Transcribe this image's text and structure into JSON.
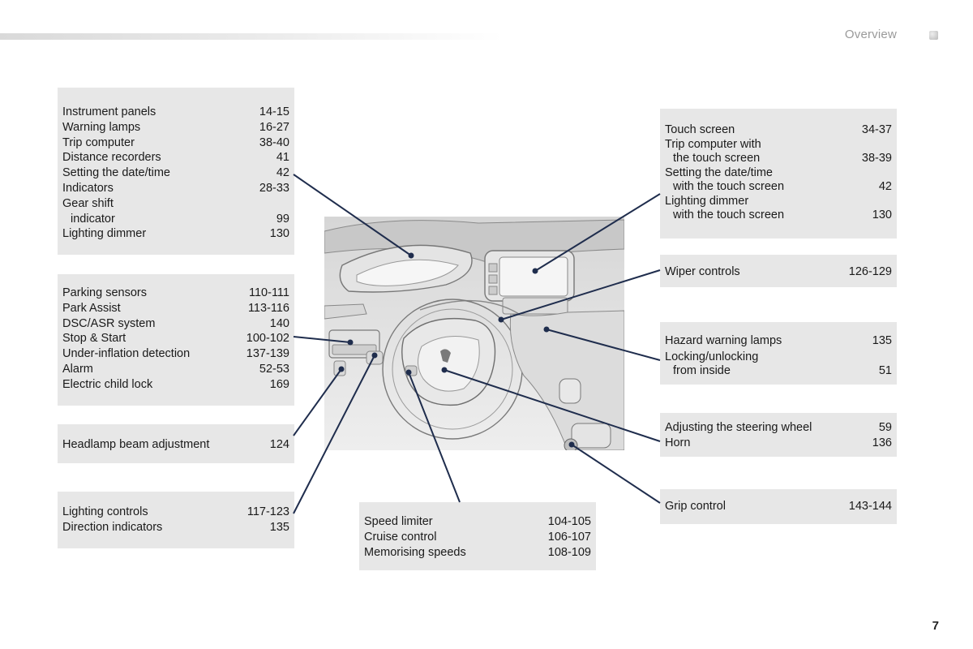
{
  "header": {
    "section": "Overview",
    "page_number": "7"
  },
  "boxes": {
    "b1": [
      {
        "label": "Instrument panels",
        "page": "14-15"
      },
      {
        "label": "Warning lamps",
        "page": "16-27"
      },
      {
        "label": "Trip computer",
        "page": "38-40"
      },
      {
        "label": "Distance recorders",
        "page": "41"
      },
      {
        "label": "Setting the date/time",
        "page": "42"
      },
      {
        "label": "Indicators",
        "page": "28-33"
      },
      {
        "label": "Gear shift",
        "label2": "indicator",
        "page": "99"
      },
      {
        "label": "Lighting dimmer",
        "page": "130"
      }
    ],
    "b2": [
      {
        "label": "Parking sensors",
        "page": "110-111"
      },
      {
        "label": "Park Assist",
        "page": "113-116"
      },
      {
        "label": "DSC/ASR system",
        "page": "140"
      },
      {
        "label": "Stop & Start",
        "page": "100-102"
      },
      {
        "label": "Under-inflation detection",
        "page": "137-139"
      },
      {
        "label": "Alarm",
        "page": "52-53"
      },
      {
        "label": "Electric child lock",
        "page": "169"
      }
    ],
    "b3": [
      {
        "label": "Headlamp beam adjustment",
        "page": "124"
      }
    ],
    "b4": [
      {
        "label": "Lighting controls",
        "page": "117-123"
      },
      {
        "label": "Direction indicators",
        "page": "135"
      }
    ],
    "b5": [
      {
        "label": "Speed limiter",
        "page": "104-105"
      },
      {
        "label": "Cruise control",
        "page": "106-107"
      },
      {
        "label": "Memorising speeds",
        "page": "108-109"
      }
    ],
    "b6": [
      {
        "label": "Touch screen",
        "page": "34-37"
      },
      {
        "label": "Trip computer with",
        "label2": "the touch screen",
        "page": "38-39"
      },
      {
        "label": "Setting the date/time",
        "label2": "with the touch screen",
        "page": "42"
      },
      {
        "label": "Lighting dimmer",
        "label2": "with the touch screen",
        "page": "130"
      }
    ],
    "b7": [
      {
        "label": "Wiper controls",
        "page": "126-129"
      }
    ],
    "b8": [
      {
        "label": "Hazard warning lamps",
        "page": "135"
      },
      {
        "label": "Locking/unlocking",
        "label2": "from inside",
        "page": "51"
      }
    ],
    "b9": [
      {
        "label": "Adjusting the steering wheel",
        "page": "59"
      },
      {
        "label": "Horn",
        "page": "136"
      }
    ],
    "b10": [
      {
        "label": "Grip control",
        "page": "143-144"
      }
    ]
  }
}
